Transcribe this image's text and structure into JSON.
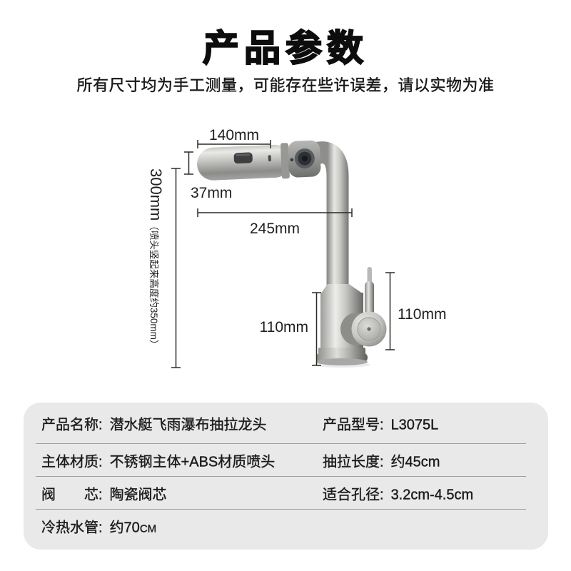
{
  "header": {
    "title": "产品参数",
    "subtitle": "所有尺寸均为手工测量，可能存在些许误差，请以实物为准"
  },
  "figure": {
    "description": "不锈钢抽拉厨房龙头尺寸标注图",
    "dims": {
      "head_length": "140mm",
      "head_diameter": "37mm",
      "total_height": "300mm",
      "total_height_note": "（喷头竖起来高度约350mm）",
      "spout_reach": "245mm",
      "body_height": "110mm",
      "handle_height": "110mm"
    },
    "colors": {
      "steel_light": "#ebebe8",
      "steel_mid": "#b4b4b1",
      "steel_dark": "#6c6c6a",
      "dimension_line": "#2e2a26"
    }
  },
  "spec_table": {
    "panel_color": "#e9e9e9",
    "rows": [
      {
        "label": "产品名称:",
        "value": "潜水艇飞雨瀑布抽拉龙头",
        "label2": "产品型号:",
        "value2": "L3075L"
      },
      {
        "label": "主体材质:",
        "value": "不锈钢主体+ABS材质喷头",
        "label2": "抽拉长度:",
        "value2": "约45cm"
      },
      {
        "label": "阀　　芯:",
        "value": "陶瓷阀芯",
        "label2": "适合孔径:",
        "value2": "3.2cm-4.5cm"
      },
      {
        "label": "冷热水管:",
        "value": "约70",
        "unit": "CM"
      }
    ]
  }
}
